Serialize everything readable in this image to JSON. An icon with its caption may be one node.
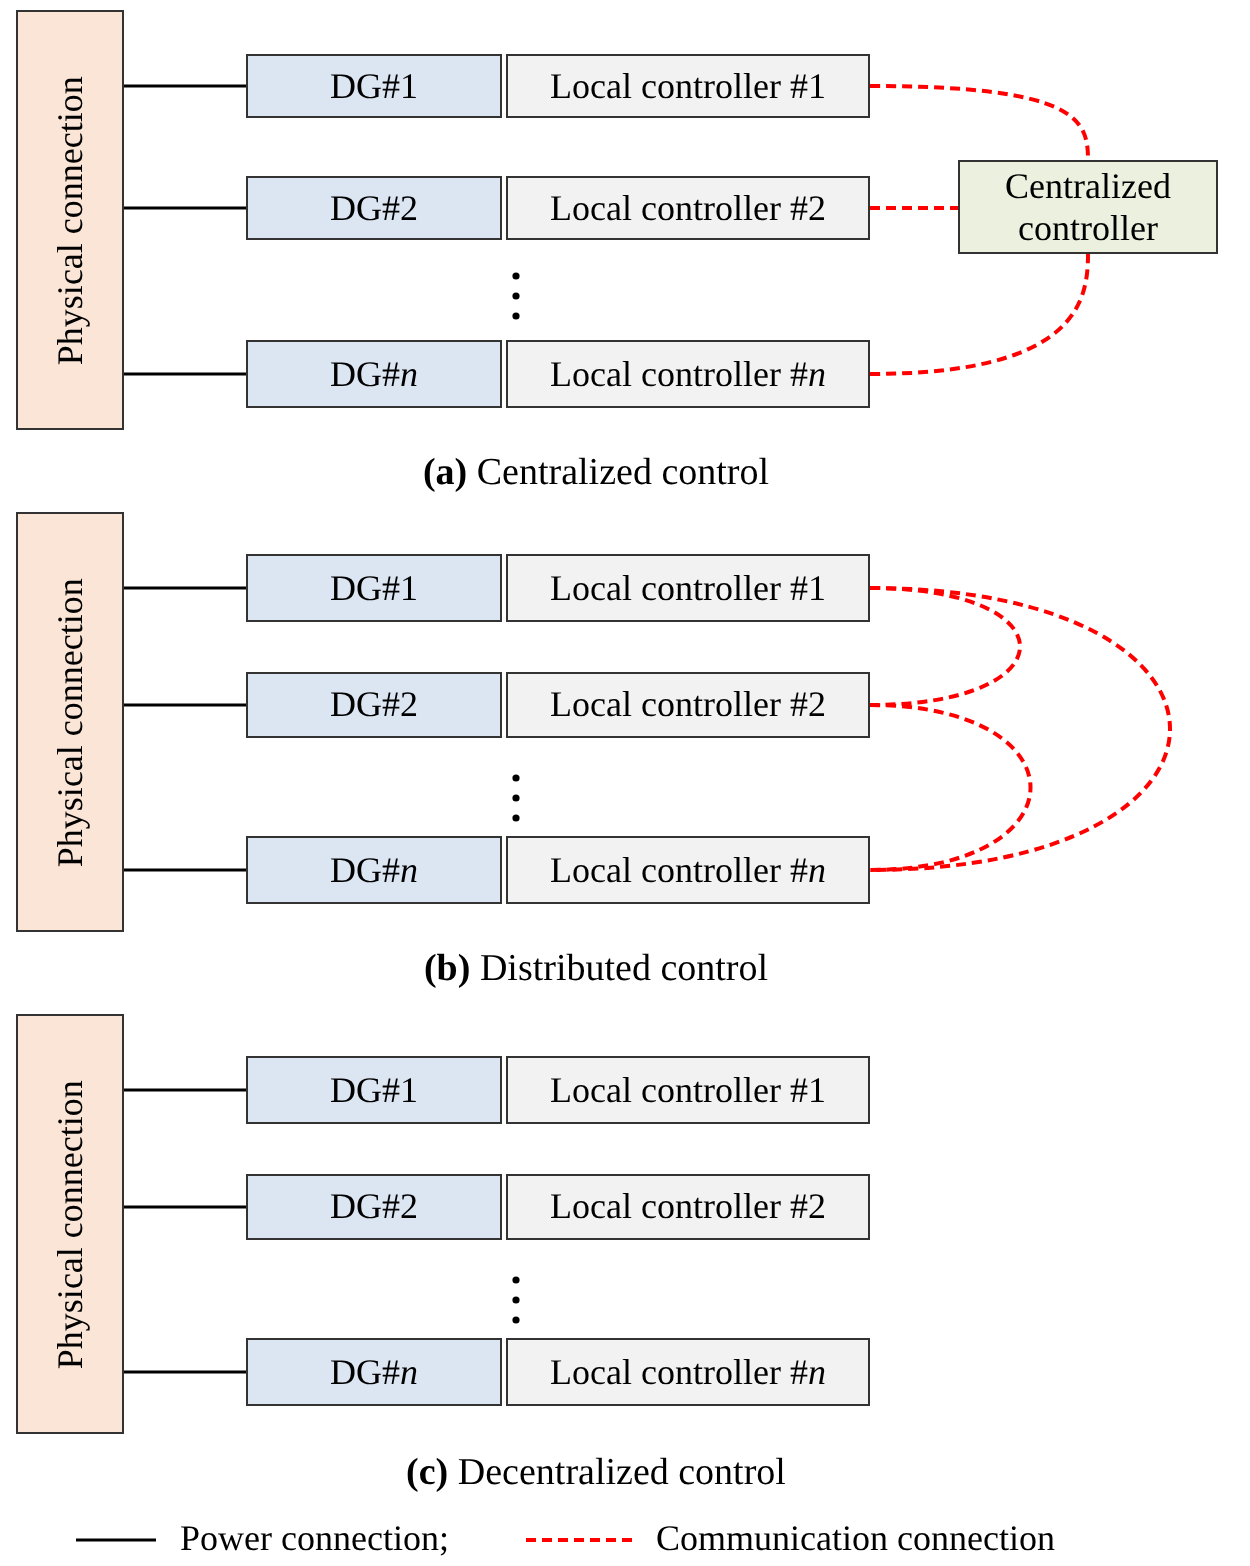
{
  "diagram": {
    "nodes": [
      {
        "text": [
          "Physical connection"
        ]
      },
      {
        "text": [
          "DG#1"
        ]
      },
      {
        "text": [
          "Local controller #1"
        ]
      },
      {
        "text": [
          "DG#2"
        ]
      },
      {
        "text": [
          "Local controller #2"
        ]
      },
      {
        "text": [
          "DG#*n*"
        ]
      },
      {
        "text": [
          "Local controller #*n*"
        ]
      },
      {
        "text": [
          "Centralized controller"
        ]
      },
      {
        "text": [
          "Physical connection"
        ]
      },
      {
        "text": [
          "DG#1"
        ]
      },
      {
        "text": [
          "Local controller #1"
        ]
      },
      {
        "text": [
          "DG#2"
        ]
      },
      {
        "text": [
          "Local controller #2"
        ]
      },
      {
        "text": [
          "DG#*n*"
        ]
      },
      {
        "text": [
          "Local controller #*n*"
        ]
      },
      {
        "text": [
          "Physical connection"
        ]
      },
      {
        "text": [
          "DG#1"
        ]
      },
      {
        "text": [
          "Local controller #1"
        ]
      },
      {
        "text": [
          "DG#2"
        ]
      },
      {
        "text": [
          "Local controller #2"
        ]
      },
      {
        "text": [
          "DG#*n*"
        ]
      },
      {
        "text": [
          "Local controller #*n*"
        ]
      }
    ],
    "edges": [
      {
        "from": 0,
        "to": 1,
        "arrow": "none"
      },
      {
        "from": 0,
        "to": 3,
        "arrow": "none"
      },
      {
        "from": 0,
        "to": 5,
        "arrow": "none"
      },
      {
        "from": 2,
        "to": 7,
        "arrow": "none",
        "style": "dashed",
        "color": "#ff0000"
      },
      {
        "from": 4,
        "to": 7,
        "arrow": "none",
        "style": "dashed",
        "color": "#ff0000"
      },
      {
        "from": 6,
        "to": 7,
        "arrow": "none",
        "style": "dashed",
        "color": "#ff0000"
      },
      {
        "from": 8,
        "to": 9,
        "arrow": "none"
      },
      {
        "from": 8,
        "to": 11,
        "arrow": "none"
      },
      {
        "from": 8,
        "to": 13,
        "arrow": "none"
      },
      {
        "from": 10,
        "to": 12,
        "arrow": "none",
        "style": "dashed",
        "color": "#ff0000"
      },
      {
        "from": 12,
        "to": 14,
        "arrow": "none",
        "style": "dashed",
        "color": "#ff0000"
      },
      {
        "from": 10,
        "to": 14,
        "arrow": "none",
        "style": "dashed",
        "color": "#ff0000"
      },
      {
        "from": 15,
        "to": 16,
        "arrow": "none"
      },
      {
        "from": 15,
        "to": 18,
        "arrow": "none"
      },
      {
        "from": 15,
        "to": 20,
        "arrow": "none"
      }
    ],
    "labels": [
      "**(a)** Centralized control",
      "**(b)** Distributed control",
      "**(c)** Decentralized control"
    ],
    "legend": [
      {
        "text": "Power connection;"
      },
      {
        "text": "Communication connection"
      }
    ]
  }
}
